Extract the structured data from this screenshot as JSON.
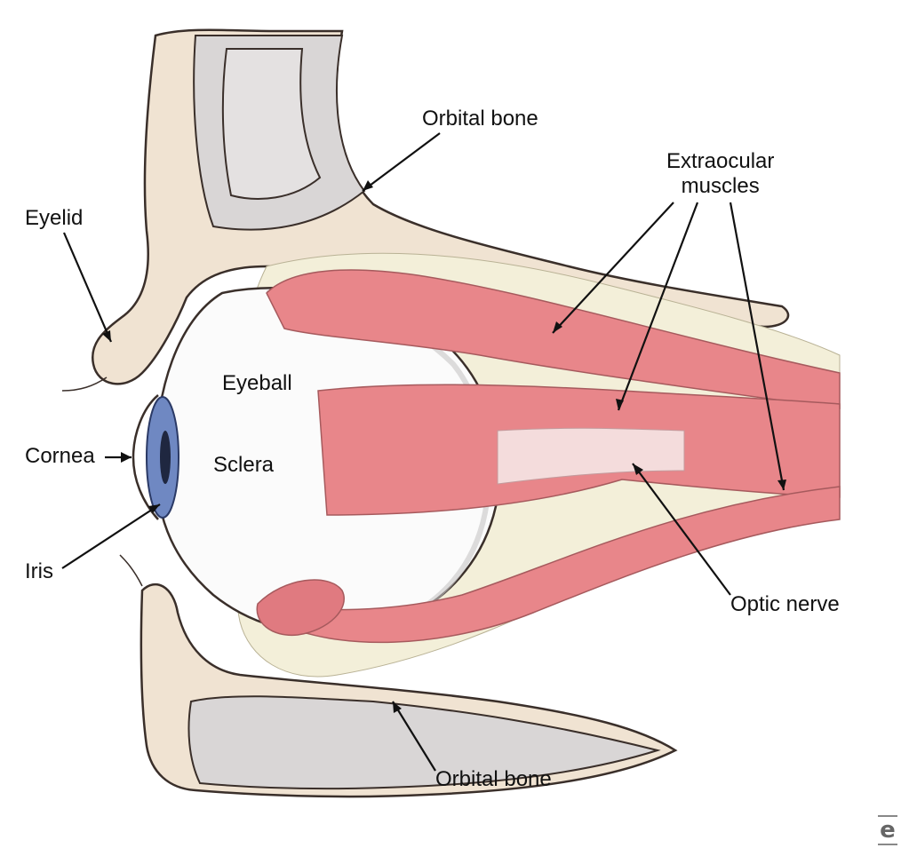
{
  "labels": {
    "orbital_bone_top": "Orbital bone",
    "extraocular_line1": "Extraocular",
    "extraocular_line2": "muscles",
    "eyelid": "Eyelid",
    "eyeball": "Eyeball",
    "cornea": "Cornea",
    "sclera": "Sclera",
    "iris": "Iris",
    "optic_nerve": "Optic nerve",
    "orbital_bone_bottom": "Orbital bone"
  },
  "logo": "e",
  "colors": {
    "bone": "#f0e3d2",
    "bone_inner": "#d9d6d6",
    "muscle": "#e8868a",
    "muscle_light": "#f4b3b5",
    "fat": "#f3efd9",
    "sclera": "#fbfbfb",
    "iris": "#6f88c2",
    "outline": "#3a2f2a"
  }
}
